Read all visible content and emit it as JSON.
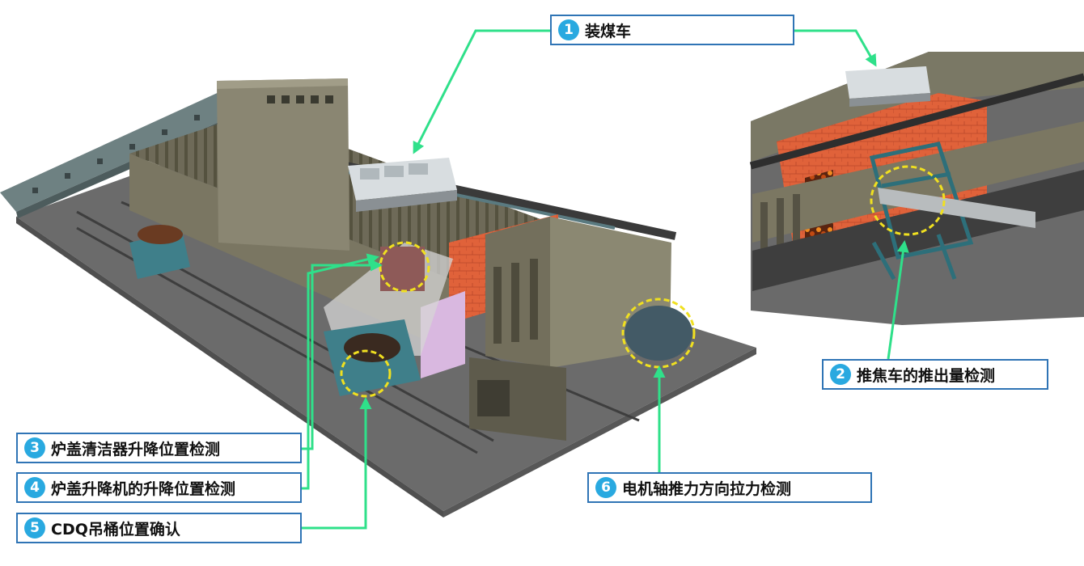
{
  "callouts": [
    {
      "id": "c1",
      "number": "1",
      "label": "装煤车"
    },
    {
      "id": "c2",
      "number": "2",
      "label": "推焦车的推出量检测"
    },
    {
      "id": "c3",
      "number": "3",
      "label": "炉盖清洁器升降位置检测"
    },
    {
      "id": "c4",
      "number": "4",
      "label": "炉盖升降机的升降位置检测"
    },
    {
      "id": "c5",
      "number": "5",
      "label": "CDQ吊桶位置确认"
    },
    {
      "id": "c6",
      "number": "6",
      "label": "电机轴推力方向拉力检测"
    }
  ],
  "colors": {
    "leader_line": "#2fe08a",
    "badge": "#29a9e0",
    "callout_border": "#2f74b5",
    "highlight_circle": "#f0e020",
    "brick": "#e0623a",
    "machine_teal": "#3f7f8a"
  }
}
